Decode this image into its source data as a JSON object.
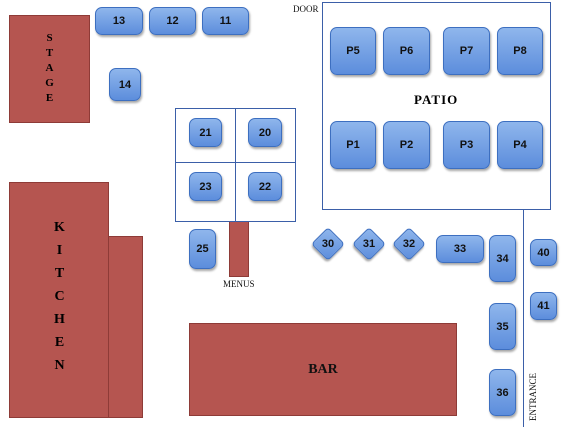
{
  "labels": {
    "stage": "STAGE",
    "kitchen": "KITCHEN",
    "bar": "BAR",
    "patio": "PATIO",
    "door": "DOOR",
    "menus": "MENUS",
    "entrance": "ENTRANCE"
  },
  "tables": {
    "t13": "13",
    "t12": "12",
    "t11": "11",
    "t14": "14",
    "t21": "21",
    "t20": "20",
    "t23": "23",
    "t22": "22",
    "t25": "25",
    "t30": "30",
    "t31": "31",
    "t32": "32",
    "t33": "33",
    "t34": "34",
    "t35": "35",
    "t36": "36",
    "t40": "40",
    "t41": "41",
    "p5": "P5",
    "p6": "P6",
    "p7": "P7",
    "p8": "P8",
    "p1": "P1",
    "p2": "P2",
    "p3": "P3",
    "p4": "P4"
  },
  "colors": {
    "block": "#b55550",
    "table": "#6f9ae2",
    "lines": "#3b5fa8"
  }
}
